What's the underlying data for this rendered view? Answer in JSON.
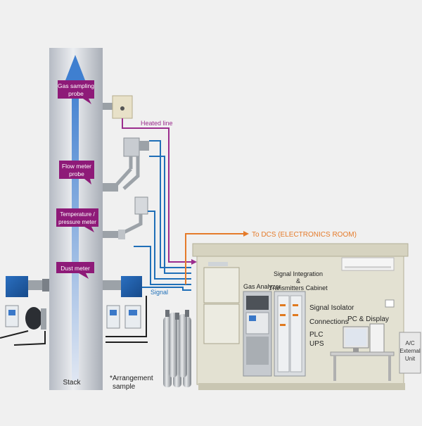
{
  "labels": {
    "gas_probe_line1": "Gas sampling",
    "gas_probe_line2": "probe",
    "flow_probe_line1": "Flow meter",
    "flow_probe_line2": "probe",
    "temp_line1": "Temperature /",
    "temp_line2": "pressure meter",
    "dust": "Dust meter",
    "heated_line": "Heated line",
    "signal": "Signal",
    "to_dcs": "To DCS (ELECTRONICS ROOM)",
    "gas_analyzer": "Gas Analyzer",
    "sig_int_1": "Signal Integration",
    "sig_int_2": "&",
    "sig_int_3": "Transmitters Cabinet",
    "signal_isolator": "Signal Isolator",
    "connections": "Connections",
    "pc_display": "PC & Display",
    "plc": "PLC",
    "ups": "UPS",
    "ac_1": "A/C",
    "ac_2": "External",
    "ac_3": "Unit",
    "stack": "Stack",
    "arrangement_1": "*Arrangement",
    "arrangement_2": "sample"
  },
  "colors": {
    "probe_label_bg": "#8e1a78",
    "heated_line": "#9b2d8e",
    "signal_line": "#1f6fb8",
    "dcs_line": "#e57b2a",
    "stack": "#c9cdd4",
    "arrow": "#4f86cf",
    "shelter": "#e3e1d2"
  }
}
